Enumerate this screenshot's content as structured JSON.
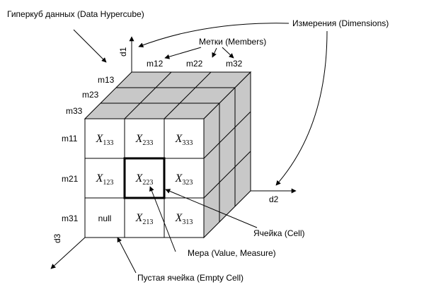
{
  "labels": {
    "hypercube": "Гиперкуб данных (Data Hypercube)",
    "dimensions": "Измерения (Dimensions)",
    "members": "Метки (Members)",
    "cell": "Ячейка (Cell)",
    "measure": "Мера (Value, Measure)",
    "empty_cell": "Пустая ячейка (Empty Cell)"
  },
  "axes": {
    "d1": "d1",
    "d2": "d2",
    "d3": "d3"
  },
  "columns": [
    "m12",
    "m22",
    "m32"
  ],
  "depth_members": [
    "m13",
    "m23",
    "m33"
  ],
  "rows": [
    "m11",
    "m21",
    "m31"
  ],
  "front_cells": [
    [
      {
        "base": "X",
        "sub": "133"
      },
      {
        "base": "X",
        "sub": "233"
      },
      {
        "base": "X",
        "sub": "333"
      }
    ],
    [
      {
        "base": "X",
        "sub": "123"
      },
      {
        "base": "X",
        "sub": "223"
      },
      {
        "base": "X",
        "sub": "323"
      }
    ],
    [
      {
        "text": "null"
      },
      {
        "base": "X",
        "sub": "213"
      },
      {
        "base": "X",
        "sub": "313"
      }
    ]
  ],
  "colors": {
    "face": "#c8c8c8",
    "front": "#ffffff",
    "line": "#000000"
  }
}
